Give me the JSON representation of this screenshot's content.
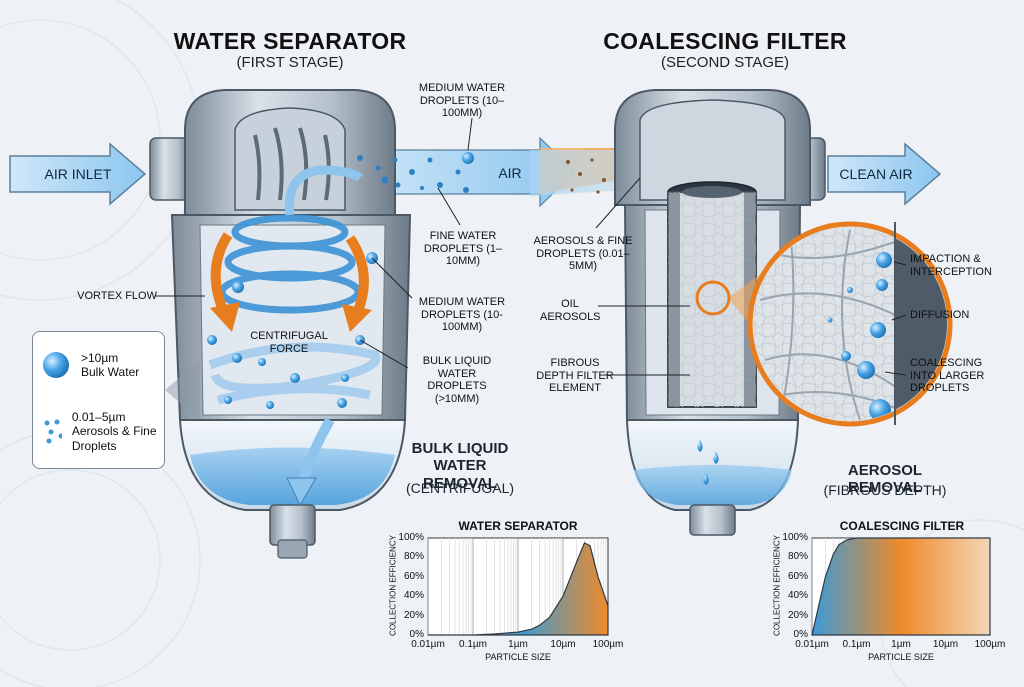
{
  "separator": {
    "title": "WATER SEPARATOR",
    "subtitle": "(FIRST STAGE)",
    "air_inlet": "AIR INLET",
    "vortex_flow": "VORTEX FLOW",
    "centrifugal_force": "CENTRIFUGAL FORCE",
    "removal_title": "BULK LIQUID WATER REMOVAL",
    "removal_sub": "(CENTRIFUGAL)",
    "callouts": {
      "medium_top": "MEDIUM WATER DROPLETS (10–100µm)",
      "fine": "FINE WATER DROPLETS (1–10µm)",
      "medium_mid": "MEDIUM WATER DROPLETS (10-100µm)",
      "bulk": "BULK LIQUID WATER DROPLETS (>10µm)"
    }
  },
  "transfer": {
    "air": "AIR"
  },
  "coalescer": {
    "title": "COALESCING FILTER",
    "subtitle": "(SECOND STAGE)",
    "clean_air": "CLEAN AIR",
    "aerosols": "AEROSOLS & FINE DROPLETS (0.01–5µm)",
    "oil": "OIL AEROSOLS",
    "element": "FIBROUS DEPTH FILTER ELEMENT",
    "removal_title": "AEROSOL REMOVAL",
    "removal_sub": "(FIBROUS DEPTH)",
    "mechanisms": [
      "IMPACTION & INTERCEPTION",
      "DIFFUSION",
      "COALESCING INTO LARGER DROPLETS"
    ]
  },
  "legend": {
    "items": [
      {
        "size": ">10µm",
        "desc": "Bulk Water"
      },
      {
        "size": "0.01–5µm",
        "desc": "Aerosols & Fine Droplets"
      }
    ]
  },
  "colors": {
    "water_blue": "#3a9ad8",
    "orange": "#ee8a2a",
    "steel": "#a9b6c2",
    "dark_steel": "#5f6d7a"
  },
  "chart_data": [
    {
      "type": "area",
      "title": "WATER SEPARATOR",
      "xlabel": "PARTICLE SIZE",
      "ylabel": "COLLECTION EFFICIENCY",
      "x_scale": "log",
      "x_ticks": [
        "0.01µm",
        "0.1µm",
        "1µm",
        "10µm",
        "100µm"
      ],
      "y_ticks": [
        "0%",
        "20%",
        "40%",
        "60%",
        "80%",
        "100%"
      ],
      "ylim": [
        0,
        100
      ],
      "x": [
        0.01,
        0.1,
        0.3,
        1,
        2,
        3,
        5,
        10,
        20,
        30,
        40,
        60,
        100
      ],
      "y": [
        0,
        0,
        1,
        3,
        6,
        10,
        18,
        40,
        75,
        95,
        92,
        60,
        30
      ]
    },
    {
      "type": "area",
      "title": "COALESCING FILTER",
      "xlabel": "PARTICLE SIZE",
      "ylabel": "COLLECTION EFFICIENCY",
      "x_scale": "log",
      "x_ticks": [
        "0.01µm",
        "0.1µm",
        "1µm",
        "10µm",
        "100µm"
      ],
      "y_ticks": [
        "0%",
        "20%",
        "40%",
        "60%",
        "80%",
        "100%"
      ],
      "ylim": [
        0,
        100
      ],
      "x": [
        0.01,
        0.015,
        0.02,
        0.03,
        0.04,
        0.06,
        0.1,
        0.3,
        1,
        10,
        100
      ],
      "y": [
        0,
        35,
        60,
        83,
        93,
        98,
        100,
        100,
        100,
        100,
        100
      ]
    }
  ]
}
